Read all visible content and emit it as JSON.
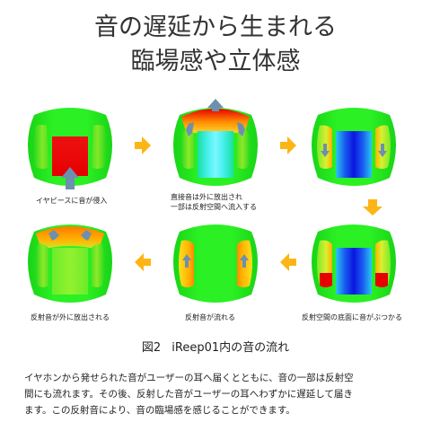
{
  "title": {
    "line1": "音の遅延から生まれる",
    "line2": "臨場感や立体感"
  },
  "colors": {
    "shell_green": "#22e31c",
    "arrow_orange": "#fdb515",
    "sound_arrow": "#6d8fb0"
  },
  "panels": [
    {
      "step": 1,
      "caption": "イヤピースに音が侵入"
    },
    {
      "step": 2,
      "caption_line1": "直接音は外に放出され",
      "caption_line2": "一部は反射空間へ流入する"
    },
    {
      "step": 3,
      "caption": ""
    },
    {
      "step": 4,
      "caption": "反射空間の底面に音がぶつかる"
    },
    {
      "step": 5,
      "caption": "反射音が流れる"
    },
    {
      "step": 6,
      "caption": "反射音が外に放出される"
    }
  ],
  "figure_caption": {
    "label": "図2",
    "text": "iReep01内の音の流れ"
  },
  "body": {
    "line1": "イヤホンから発せられた音がユーザーの耳へ届くとともに、音の一部は反射空",
    "line2": "間にも流れます。その後、反射した音がユーザーの耳へわずかに遅延して届き",
    "line3": "ます。この反射音により、音の臨場感を感じることができます。"
  }
}
